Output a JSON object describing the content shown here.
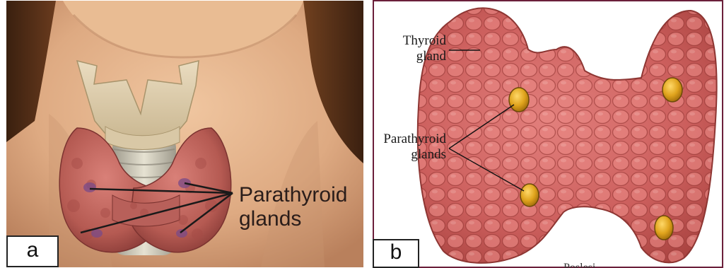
{
  "panel_a": {
    "letter": "a",
    "label_line1": "Parathyroid",
    "label_line2": "glands"
  },
  "panel_b": {
    "letter": "b",
    "thyroid_line1": "Thyroid",
    "thyroid_line2": "gland",
    "parathyroid_line1": "Parathyroid",
    "parathyroid_line2": "glands",
    "bottom_text": "Poslesi..."
  },
  "colors": {
    "frame_b": "#6b1f3a",
    "skin": "#e3b08a",
    "hair": "#4a2a16",
    "thyroid": "#c0605a",
    "cartilage": "#e9d8b8",
    "parathyroid_gland": "#e3a51f",
    "background_b": "#ffffff"
  }
}
